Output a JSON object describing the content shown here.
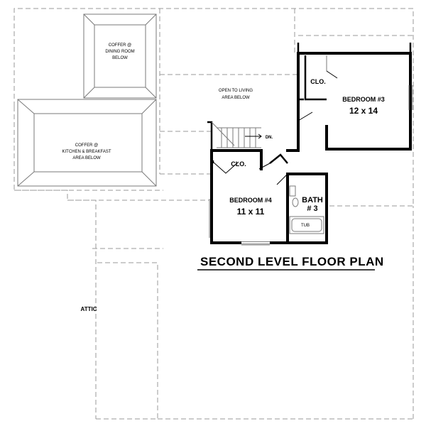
{
  "title": "SECOND LEVEL FLOOR PLAN",
  "labels": {
    "coffer_dining": [
      "COFFER @",
      "DINING ROOM",
      "BELOW"
    ],
    "open_living": [
      "OPEN TO LIVING",
      "AREA BELOW"
    ],
    "coffer_kitchen": [
      "COFFER @",
      "KITCHEN & BREAKFAST",
      "AREA BELOW"
    ],
    "stair_dn": "DN.",
    "clo_bed3": "CLO.",
    "bedroom3_name": "BEDROOM #3",
    "bedroom3_size": "12 x 14",
    "clo_bed4": "CLO.",
    "bedroom4_name": "BEDROOM #4",
    "bedroom4_size": "11 x 11",
    "bath_name": "BATH",
    "bath_num": "# 3",
    "tub": "TUB",
    "attic": "ATTIC"
  }
}
